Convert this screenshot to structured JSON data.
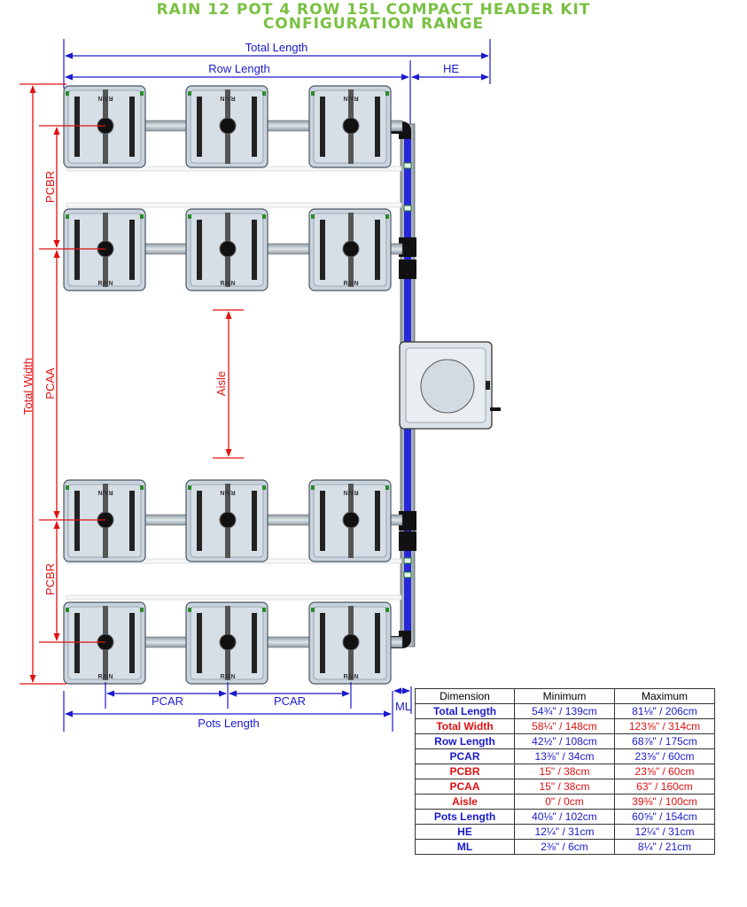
{
  "title": {
    "line1": "RAIN 12 POT 4 ROW 15L COMPACT HEADER KIT",
    "line2": "CONFIGURATION RANGE"
  },
  "labels": {
    "total_length": "Total Length",
    "row_length": "Row Length",
    "he": "HE",
    "total_width": "Total Width",
    "pcbr": "PCBR",
    "pcaa": "PCAA",
    "aisle": "Aisle",
    "pcar": "PCAR",
    "pots_length": "Pots Length",
    "ml": "ML"
  },
  "pot_text": "RAIN",
  "colors": {
    "title_green": "#7ac143",
    "dimension_blue": "#1a1acc",
    "dimension_red": "#e01010",
    "pot_fill": "#c9d4de",
    "pipe_blue": "#2727d8",
    "pipe_grey": "#a7b3bb"
  },
  "table": {
    "headers": [
      "Dimension",
      "Minimum",
      "Maximum"
    ],
    "rows": [
      {
        "name": "Total Length",
        "min": "54¾\" / 139cm",
        "max": "81⅛\" / 206cm",
        "color": "blue"
      },
      {
        "name": "Total Width",
        "min": "58¼\" / 148cm",
        "max": "123⅝\" / 314cm",
        "color": "red"
      },
      {
        "name": "Row Length",
        "min": "42½\" / 108cm",
        "max": "68⅞\" / 175cm",
        "color": "blue"
      },
      {
        "name": "PCAR",
        "min": "13⅜\" / 34cm",
        "max": "23⅝\" / 60cm",
        "color": "blue"
      },
      {
        "name": "PCBR",
        "min": "15\" / 38cm",
        "max": "23⅝\" / 60cm",
        "color": "red"
      },
      {
        "name": "PCAA",
        "min": "15\" / 38cm",
        "max": "63\" / 160cm",
        "color": "red"
      },
      {
        "name": "Aisle",
        "min": "0\" / 0cm",
        "max": "39⅜\" / 100cm",
        "color": "red"
      },
      {
        "name": "Pots Length",
        "min": "40⅛\" / 102cm",
        "max": "60⅝\" / 154cm",
        "color": "blue"
      },
      {
        "name": "HE",
        "min": "12¼\" / 31cm",
        "max": "12¼\" / 31cm",
        "color": "blue"
      },
      {
        "name": "ML",
        "min": "2⅜\" / 6cm",
        "max": "8¼\" / 21cm",
        "color": "blue"
      }
    ]
  }
}
